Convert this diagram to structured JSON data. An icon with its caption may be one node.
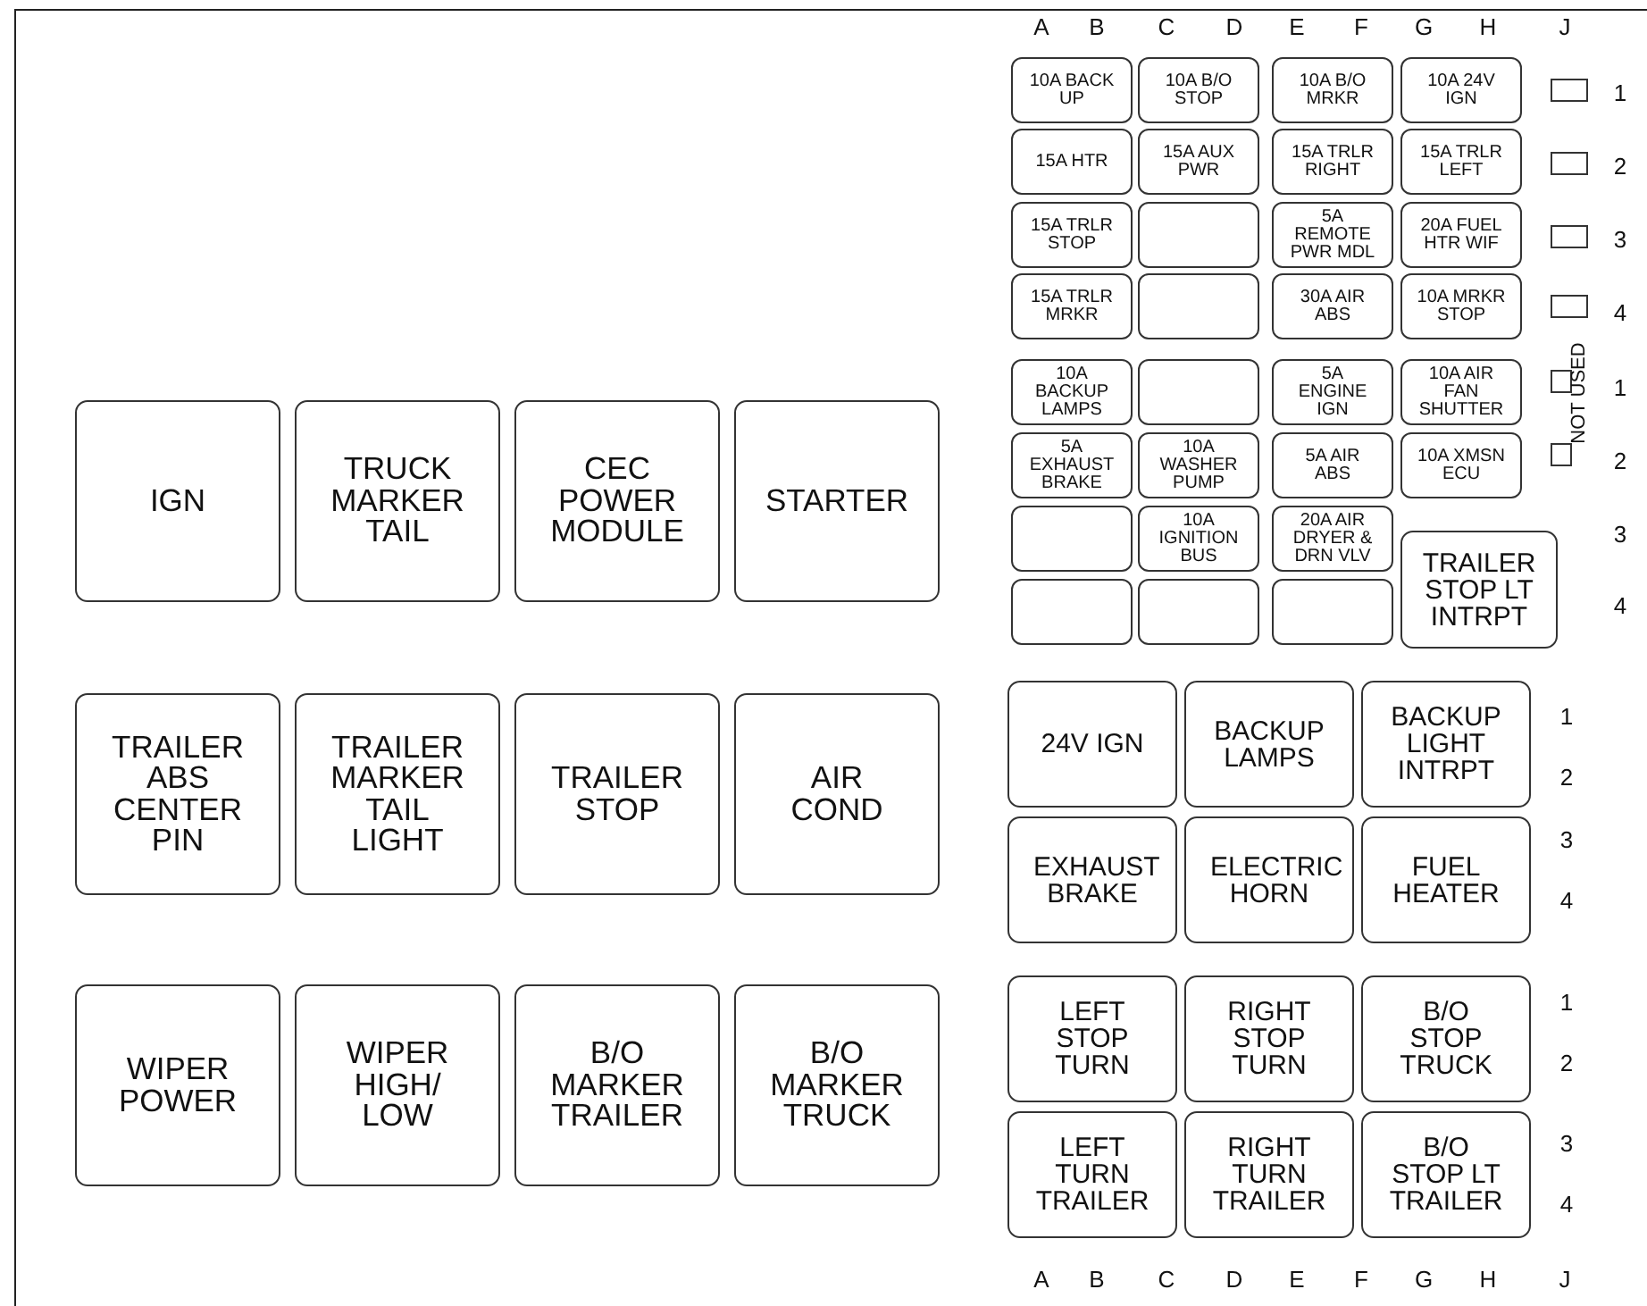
{
  "diagram": {
    "nodes": [
      {
        "text": [
          "10A BACK UP"
        ]
      },
      {
        "text": [
          "10A B/O STOP"
        ]
      },
      {
        "text": [
          "10A B/O MRKR"
        ]
      },
      {
        "text": [
          "10A 24V IGN"
        ]
      },
      {
        "text": [],
        "shape": "box"
      },
      {
        "text": [
          "15A HTR"
        ]
      },
      {
        "text": [
          "15A AUX PWR"
        ]
      },
      {
        "text": [
          "15A TRLR RIGHT"
        ]
      },
      {
        "text": [
          "15A TRLR LEFT"
        ]
      },
      {
        "text": [],
        "shape": "box"
      },
      {
        "text": [
          "15A TRLR STOP"
        ]
      },
      {
        "text": [],
        "shape": "box"
      },
      {
        "text": [
          "5A REMOTE PWR MDL"
        ]
      },
      {
        "text": [
          "20A FUEL HTR WIF"
        ]
      },
      {
        "text": [],
        "shape": "box"
      },
      {
        "text": [
          "15A TRLR MRKR"
        ]
      },
      {
        "text": [],
        "shape": "box"
      },
      {
        "text": [
          "30A AIR ABS"
        ]
      },
      {
        "text": [
          "10A MRKR STOP"
        ]
      },
      {
        "text": [],
        "shape": "box"
      },
      {
        "text": [
          "10A BACKUP LAMPS"
        ]
      },
      {
        "text": [],
        "shape": "box"
      },
      {
        "text": [
          "5A ENGINE IGN"
        ]
      },
      {
        "text": [
          "10A AIR FAN SHUTTER"
        ]
      },
      {
        "text": [],
        "shape": "box"
      },
      {
        "text": [
          "5A EXHAUST BRAKE"
        ]
      },
      {
        "text": [
          "10A WASHER PUMP"
        ]
      },
      {
        "text": [
          "5A AIR ABS"
        ]
      },
      {
        "text": [
          "10A XMSN ECU"
        ]
      },
      {
        "text": [],
        "shape": "box"
      },
      {
        "text": [],
        "shape": "box"
      },
      {
        "text": [
          "10A IGNITION BUS"
        ]
      },
      {
        "text": [
          "20A AIR DRYER & DRN VLV"
        ]
      },
      {
        "text": [
          "TRAILER STOP LT INTRPT"
        ]
      },
      {
        "text": [],
        "shape": "box"
      },
      {
        "text": [],
        "shape": "box"
      },
      {
        "text": [],
        "shape": "box"
      },
      {
        "text": [
          "IGN"
        ]
      },
      {
        "text": [
          "TRUCK MARKER TAIL"
        ]
      },
      {
        "text": [
          "CEC POWER MODULE"
        ]
      },
      {
        "text": [
          "STARTER"
        ]
      },
      {
        "text": [
          "TRAILER ABS CENTER PIN"
        ]
      },
      {
        "text": [
          "TRAILER MARKER TAIL LIGHT"
        ]
      },
      {
        "text": [
          "TRAILER STOP"
        ]
      },
      {
        "text": [
          "AIR COND"
        ]
      },
      {
        "text": [
          "WIPER POWER"
        ]
      },
      {
        "text": [
          "WIPER HIGH/ LOW"
        ]
      },
      {
        "text": [
          "B/O MARKER TRAILER"
        ]
      },
      {
        "text": [
          "B/O MARKER TRUCK"
        ]
      },
      {
        "text": [
          "24V IGN"
        ]
      },
      {
        "text": [
          "BACKUP LAMPS"
        ]
      },
      {
        "text": [
          "BACKUP LIGHT INTRPT"
        ]
      },
      {
        "text": [
          "EXHAUST BRAKE"
        ]
      },
      {
        "text": [
          "ELECTRIC HORN"
        ]
      },
      {
        "text": [
          "FUEL HEATER"
        ]
      },
      {
        "text": [
          "LEFT STOP TURN"
        ]
      },
      {
        "text": [
          "RIGHT STOP TURN"
        ]
      },
      {
        "text": [
          "B/O STOP TRUCK"
        ]
      },
      {
        "text": [
          "LEFT TURN TRAILER"
        ]
      },
      {
        "text": [
          "RIGHT TURN TRAILER"
        ]
      },
      {
        "text": [
          "B/O STOP LT TRAILER"
        ]
      }
    ],
    "labels": [
      "A",
      "B",
      "C",
      "D",
      "E",
      "F",
      "G",
      "H",
      "J",
      "1",
      "2",
      "3",
      "4",
      "1",
      "2",
      "3",
      "4",
      "NOT USED",
      "1",
      "2",
      "3",
      "4",
      "1",
      "2",
      "3",
      "4",
      "A",
      "B",
      "C",
      "D",
      "E",
      "F",
      "G",
      "H",
      "J"
    ]
  }
}
